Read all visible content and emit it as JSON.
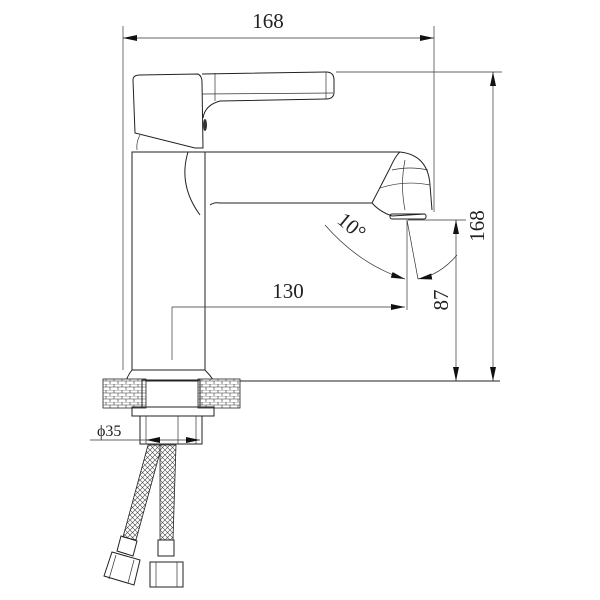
{
  "drawing": {
    "dimensions": {
      "overall_width": "168",
      "overall_height": "168",
      "spout_reach": "130",
      "spout_height": "87",
      "spout_angle": "10°",
      "connection_diameter": "ϕ35"
    },
    "line_color": "#222222",
    "background_color": "#ffffff"
  }
}
